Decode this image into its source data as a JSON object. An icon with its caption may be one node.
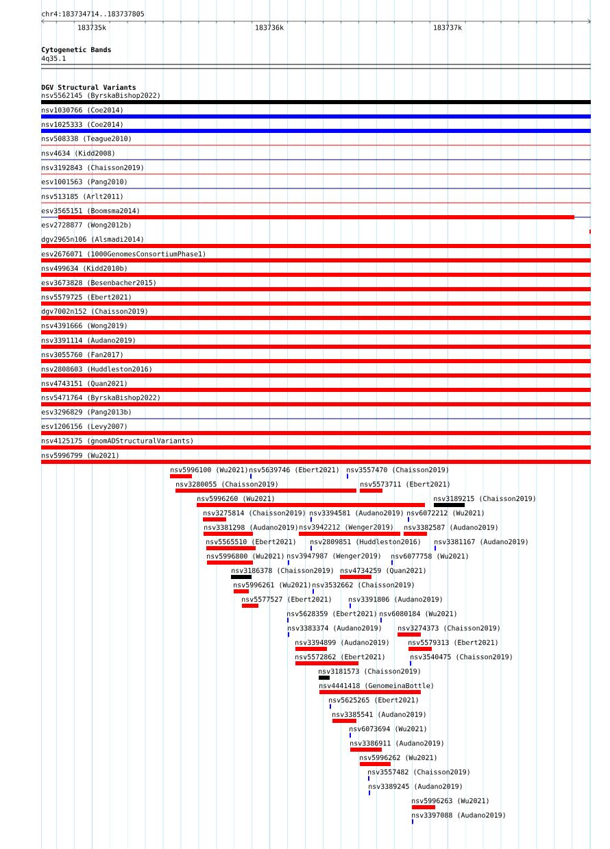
{
  "diagram": {
    "labels": [
      "chr4:183734714..183737805",
      "183735k",
      "183736k",
      "183737k",
      "Cytogenetic Bands",
      "4q35.1",
      "DGV Structural Variants",
      "nsv5562145 (ByrskaBishop2022)",
      "nsv1030766 (Coe2014)",
      "nsv1025333 (Coe2014)",
      "nsv508338 (Teague2010)",
      "nsv4634 (Kidd2008)",
      "nsv3192843 (Chaisson2019)",
      "esv1001563 (Pang2010)",
      "nsv513185 (Arlt2011)",
      "esv3565151 (Boomsma2014)",
      "esv2728877 (Wong2012b)",
      "dgv2965n106 (Alsmadi2014)",
      "esv2676071 (1000GenomesConsortiumPhase1)",
      "nsv499634 (Kidd2010b)",
      "esv3673828 (Besenbacher2015)",
      "nsv5579725 (Ebert2021)",
      "dgv7002n152 (Chaisson2019)",
      "nsv4391666 (Wong2019)",
      "nsv3391114 (Audano2019)",
      "nsv3055760 (Fan2017)",
      "nsv2808603 (Huddleston2016)",
      "nsv4743151 (Quan2021)",
      "nsv5471764 (ByrskaBishop2022)",
      "esv3296829 (Pang2013b)",
      "esv1206156 (Levy2007)",
      "nsv4125175 (gnomADStructuralVariants)",
      "nsv5996799 (Wu2021)",
      "nsv5996100 (Wu2021)",
      "nsv5639746 (Ebert2021)",
      "nsv3557470 (Chaisson2019)",
      "nsv3280055 (Chaisson2019)",
      "nsv5573711 (Ebert2021)",
      "nsv5996260 (Wu2021)",
      "nsv3189215 (Chaisson2019)",
      "nsv3275814 (Chaisson2019)",
      "nsv3394581 (Audano2019)",
      "nsv6072212 (Wu2021)",
      "nsv3381298 (Audano2019)",
      "nsv3942212 (Wenger2019)",
      "nsv3382587 (Audano2019)",
      "nsv5565510 (Ebert2021)",
      "nsv2809851 (Huddleston2016)",
      "nsv3381167 (Audano2019)",
      "nsv5996800 (Wu2021)",
      "nsv3947987 (Wenger2019)",
      "nsv6077758 (Wu2021)",
      "nsv3186378 (Chaisson2019)",
      "nsv4734259 (Quan2021)",
      "nsv5996261 (Wu2021)",
      "nsv3532662 (Chaisson2019)",
      "nsv5577527 (Ebert2021)",
      "nsv3391806 (Audano2019)",
      "nsv5628359 (Ebert2021)",
      "nsv6080184 (Wu2021)",
      "nsv3383374 (Audano2019)",
      "nsv3274373 (Chaisson2019)",
      "nsv3394899 (Audano2019)",
      "nsv5579313 (Ebert2021)",
      "nsv5572862 (Ebert2021)",
      "nsv3540475 (Chaisson2019)",
      "nsv3181573 (Chaisson2019)",
      "nsv4441418 (GenomeinaBottle)",
      "nsv5625265 (Ebert2021)",
      "nsv3385541 (Audano2019)",
      "nsv6073694 (Wu2021)",
      "nsv3386911 (Audano2019)",
      "nsv5996262 (Wu2021)",
      "nsv3557482 (Chaisson2019)",
      "nsv3389245 (Audano2019)",
      "nsv5996263 (Wu2021)",
      "nsv3397088 (Audano2019)"
    ]
  }
}
